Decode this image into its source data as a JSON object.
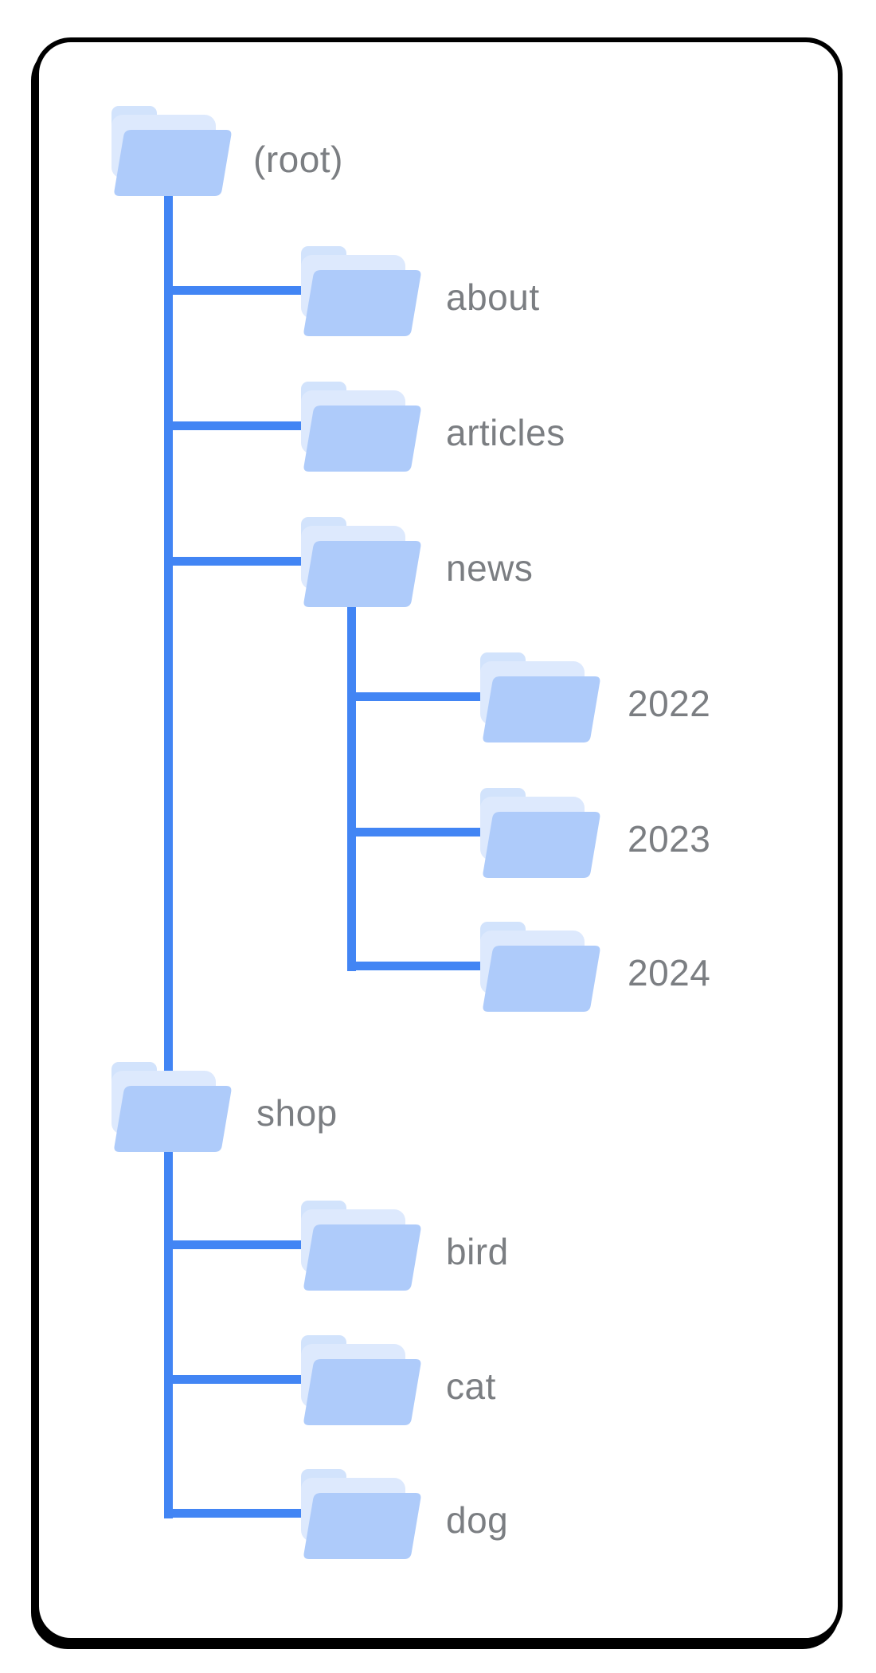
{
  "diagram": {
    "type": "folder-tree",
    "description": "Folder tree diagram of a website URL structure inside a black rounded card",
    "node_icon": "folder-icon",
    "colors": {
      "connector_blue": "#4285f4",
      "folder_front": "#aecbfa",
      "folder_back": "#dde9fd",
      "folder_tab": "#d2e3fc",
      "label_gray": "#7b7e82",
      "card_border": "#000000",
      "background": "#ffffff"
    },
    "nodes": [
      {
        "id": "root",
        "label": "(root)",
        "depth": 0
      },
      {
        "id": "about",
        "label": "about",
        "depth": 1
      },
      {
        "id": "articles",
        "label": "articles",
        "depth": 1
      },
      {
        "id": "news",
        "label": "news",
        "depth": 1
      },
      {
        "id": "y2022",
        "label": "2022",
        "depth": 2
      },
      {
        "id": "y2023",
        "label": "2023",
        "depth": 2
      },
      {
        "id": "y2024",
        "label": "2024",
        "depth": 2
      },
      {
        "id": "shop",
        "label": "shop",
        "depth": 1
      },
      {
        "id": "bird",
        "label": "bird",
        "depth": 2
      },
      {
        "id": "cat",
        "label": "cat",
        "depth": 2
      },
      {
        "id": "dog",
        "label": "dog",
        "depth": 2
      }
    ],
    "tree": {
      "label": "(root)",
      "children": [
        {
          "label": "about"
        },
        {
          "label": "articles"
        },
        {
          "label": "news",
          "children": [
            {
              "label": "2022"
            },
            {
              "label": "2023"
            },
            {
              "label": "2024"
            }
          ]
        },
        {
          "label": "shop",
          "children": [
            {
              "label": "bird"
            },
            {
              "label": "cat"
            },
            {
              "label": "dog"
            }
          ]
        }
      ]
    }
  }
}
